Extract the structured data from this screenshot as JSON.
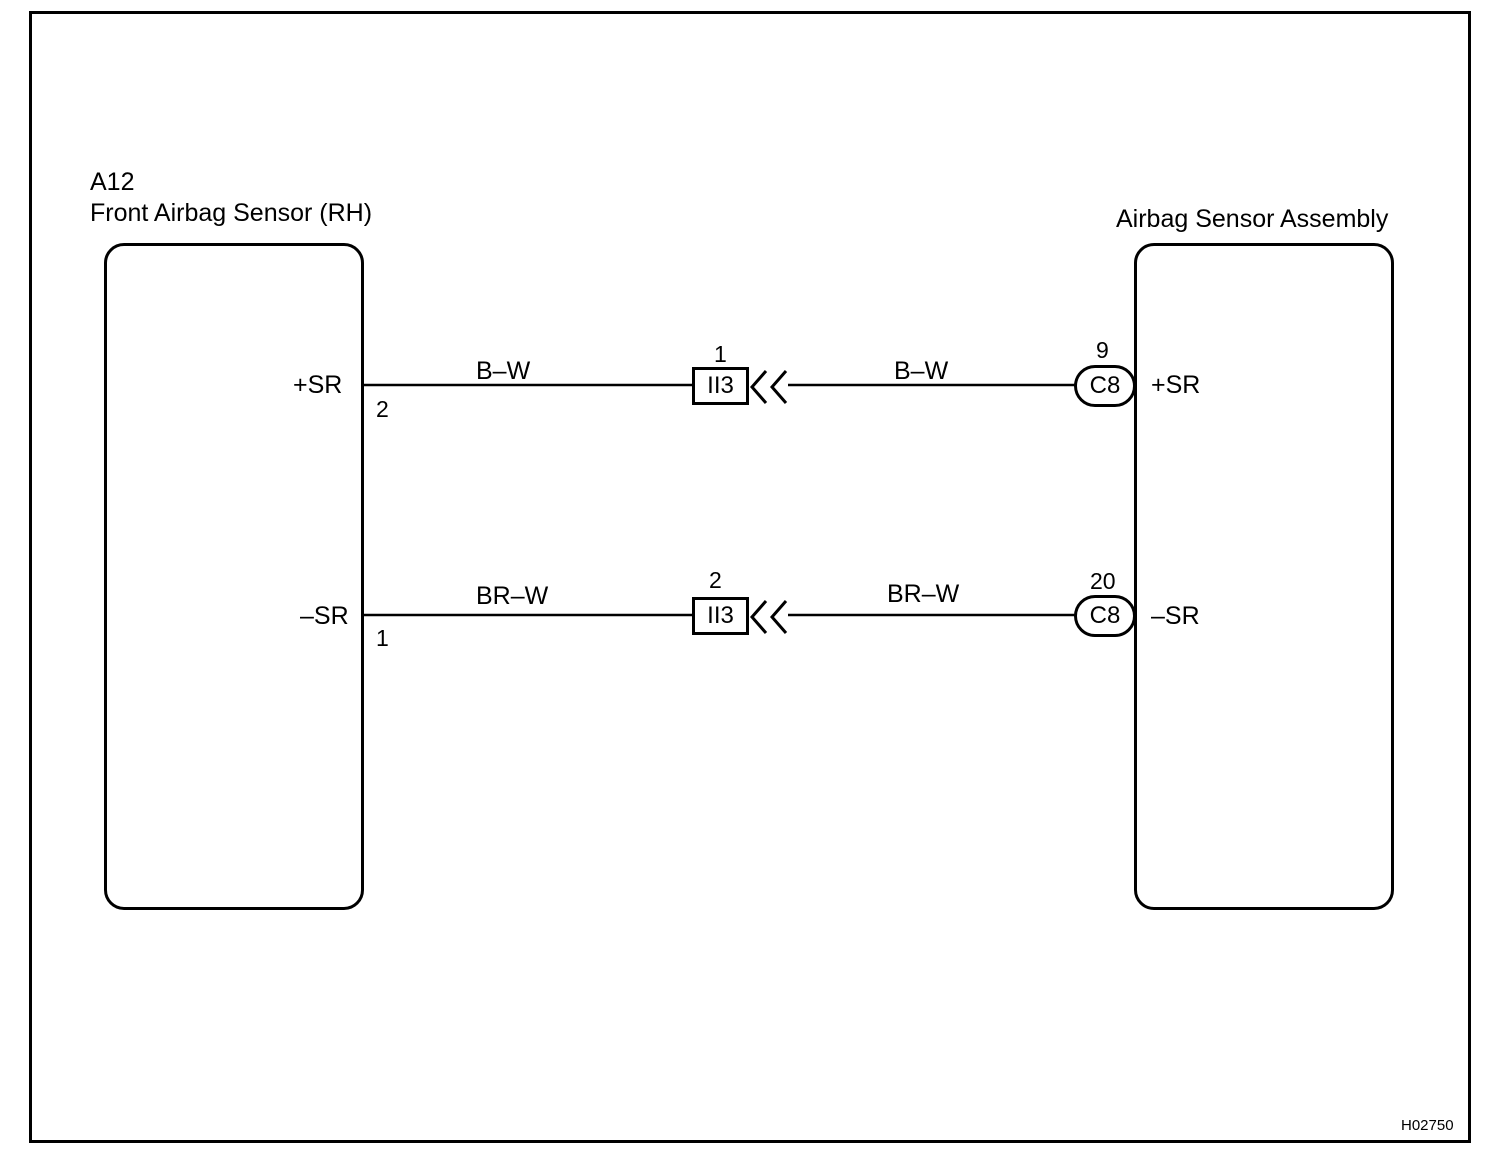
{
  "left_component": {
    "code": "A12",
    "name": "Front Airbag Sensor (RH)",
    "pins": [
      {
        "signal": "+SR",
        "pin": "2"
      },
      {
        "signal": "–SR",
        "pin": "1"
      }
    ]
  },
  "right_component": {
    "name": "Airbag Sensor Assembly",
    "pins": [
      {
        "signal": "+SR",
        "pin": "9",
        "connector": "C8"
      },
      {
        "signal": "–SR",
        "pin": "20",
        "connector": "C8"
      }
    ]
  },
  "wires": [
    {
      "left_color": "B–W",
      "right_color": "B–W",
      "junction": {
        "label": "II3",
        "pin": "1"
      }
    },
    {
      "left_color": "BR–W",
      "right_color": "BR–W",
      "junction": {
        "label": "II3",
        "pin": "2"
      }
    }
  ],
  "figure_code": "H02750"
}
